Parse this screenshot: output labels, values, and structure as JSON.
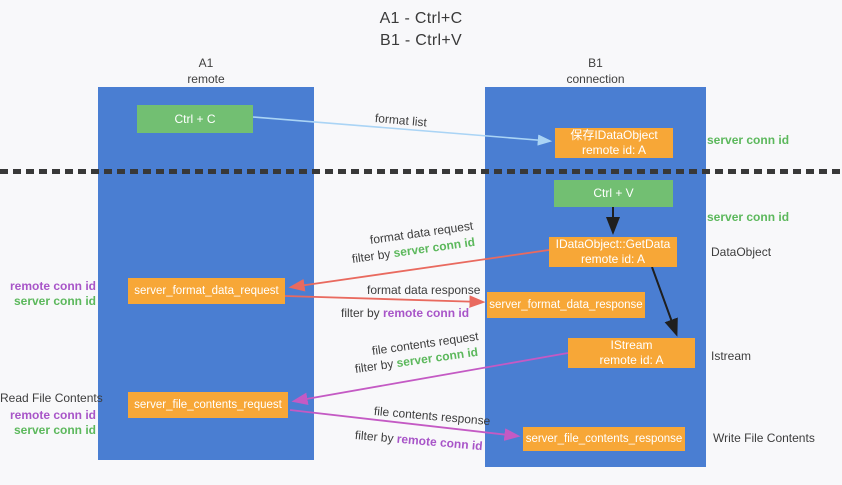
{
  "title": {
    "line1": "A1 - Ctrl+C",
    "line2": "B1 - Ctrl+V"
  },
  "lanes": {
    "left": {
      "title": "A1",
      "subtitle": "remote"
    },
    "right": {
      "title": "B1",
      "subtitle": "connection"
    }
  },
  "nodes": {
    "ctrl_c": {
      "label": "Ctrl + C"
    },
    "save_idataobject": {
      "line1": "保存IDataObject",
      "line2": "remote id: A"
    },
    "ctrl_v": {
      "label": "Ctrl + V"
    },
    "getdata": {
      "line1": "IDataObject::GetData",
      "line2": "remote id: A"
    },
    "format_request": {
      "label": "server_format_data_request"
    },
    "format_response": {
      "label": "server_format_data_response"
    },
    "istream": {
      "line1": "IStream",
      "line2": "remote id: A"
    },
    "file_request": {
      "label": "server_file_contents_request"
    },
    "file_response": {
      "label": "server_file_contents_response"
    }
  },
  "arrow_labels": {
    "format_list": "format list",
    "format_data_request": "format data request",
    "format_data_response": "format data response",
    "file_contents_request": "file contents request",
    "file_contents_response": "file contents response",
    "filter_by": "filter by ",
    "server_conn_id": "server conn id",
    "remote_conn_id": "remote conn id"
  },
  "side_labels": {
    "server_conn_id_top": "server conn id",
    "server_conn_id_mid": "server conn id",
    "dataobject": "DataObject",
    "istream": "Istream",
    "read_file_contents": "Read File Contents",
    "write_file_contents": "Write File Contents",
    "left_format": {
      "remote": "remote conn id",
      "server": "server conn id"
    },
    "left_file": {
      "remote": "remote conn id",
      "server": "server conn id"
    }
  },
  "colors": {
    "lane-blue": "#4a7ed2",
    "box-green": "#72bf72",
    "box-orange": "#f7a737",
    "text-green": "#5cb85c",
    "text-purple": "#a855c8",
    "arrow-red": "#e96a5f",
    "arrow-magenta": "#c45ac4",
    "arrow-blue": "#aad4f5",
    "arrow-black": "#1f1f1f",
    "text-dark": "#3d3d3d",
    "bg": "#f8f8fa"
  }
}
